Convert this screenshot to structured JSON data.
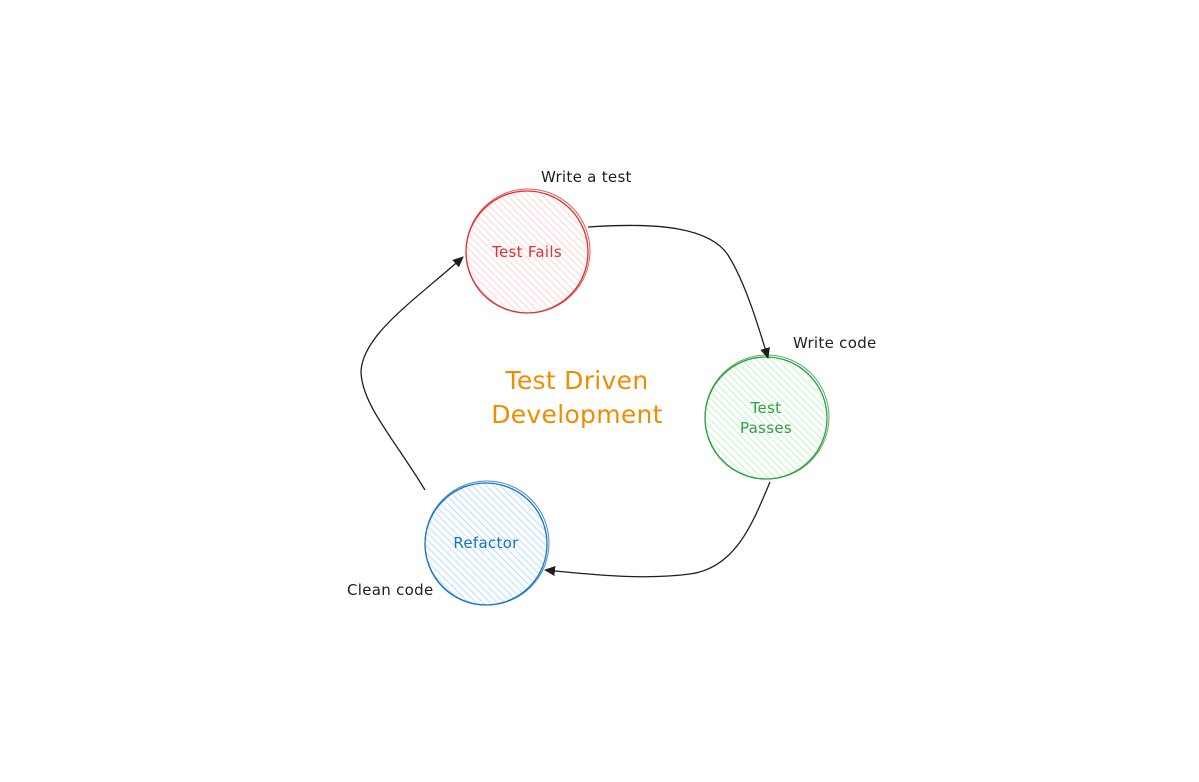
{
  "title": {
    "line1": "Test Driven",
    "line2": "Development",
    "color": "#f08c00"
  },
  "nodes": {
    "fails": {
      "label": "Test Fails",
      "stroke": "#e03131",
      "fill": "#ffc9c9"
    },
    "passes": {
      "line1": "Test",
      "line2": "Passes",
      "stroke": "#2f9e44",
      "fill": "#b2f2bb"
    },
    "refactor": {
      "label": "Refactor",
      "stroke": "#1971c2",
      "fill": "#a5d8ff"
    }
  },
  "annotations": {
    "write_test": "Write a test",
    "write_code": "Write code",
    "clean_code": "Clean code"
  },
  "arrow_color": "#1e1e1e"
}
